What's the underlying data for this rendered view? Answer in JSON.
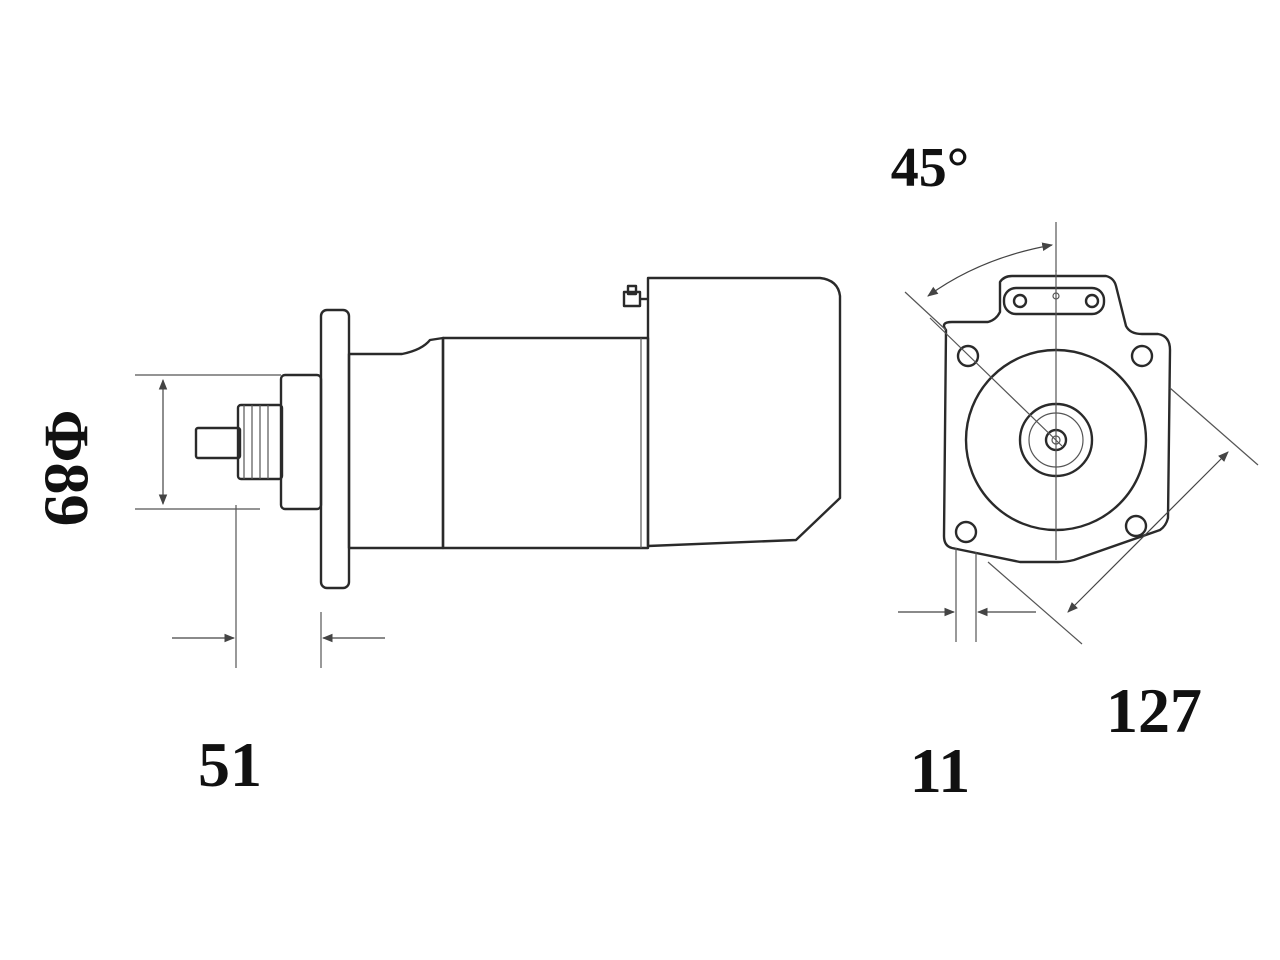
{
  "dimensions": {
    "diameter": "Φ89",
    "pinion_offset": "51",
    "flange_thickness": "11",
    "angle": "45°",
    "width": "127"
  },
  "colors": {
    "line": "#2a2a2a",
    "text": "#111111",
    "background": "#ffffff"
  }
}
